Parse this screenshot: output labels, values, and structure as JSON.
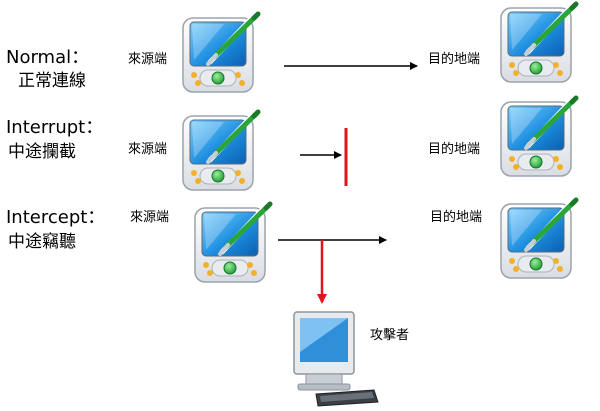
{
  "rows": [
    {
      "title": "Normal：",
      "subtitle": "正常連線",
      "source": "來源端",
      "dest": "目的地端"
    },
    {
      "title": "Interrupt：",
      "subtitle": "中途攔截",
      "source": "來源端",
      "dest": "目的地端"
    },
    {
      "title": "Intercept：",
      "subtitle": "中途竊聽",
      "source": "來源端",
      "dest": "目的地端"
    }
  ],
  "attacker": "攻擊者",
  "colors": {
    "arrow": "#000000",
    "interrupt_bar": "#e0141e",
    "intercept_arrow": "#e0141e",
    "screen": "#1e8fe0",
    "device_body": "#f4f4f4",
    "pen": "#2aa53a"
  },
  "icons": [
    "pda-icon",
    "computer-icon"
  ]
}
